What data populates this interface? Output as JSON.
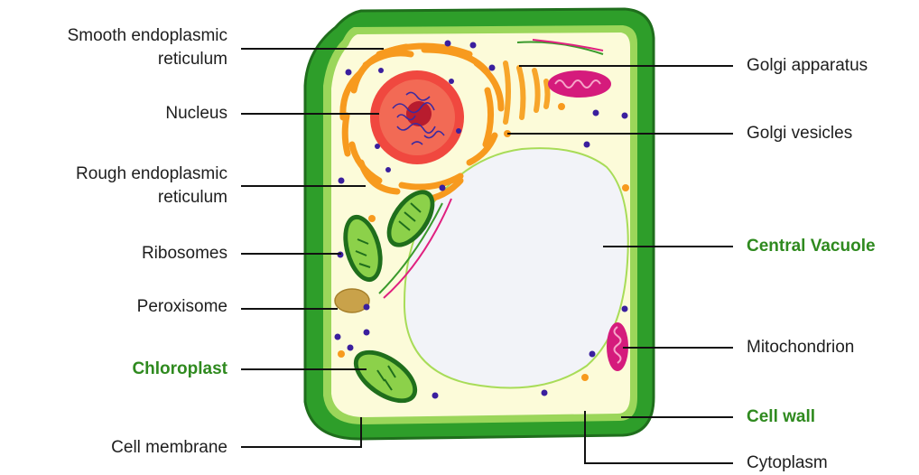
{
  "colors": {
    "cell_wall": "#2e9e2a",
    "cell_wall_outline": "#1f6e1c",
    "membrane": "#9bd65a",
    "cytoplasm": "#fcfbd9",
    "nucleus": "#f0483f",
    "nucleolus": "#b81c2e",
    "er": "#f79a1e",
    "vacuole": "#f2f3f8",
    "chloroplast": "#3a9a2c",
    "mitochondrion": "#d51b7c",
    "ribosome": "#3a1f9e",
    "peroxisome": "#c9a24a",
    "label_text": "#1e1e1e",
    "label_green": "#2f8a1f"
  },
  "labels": {
    "smooth_er": [
      "Smooth endoplasmic",
      "reticulum"
    ],
    "nucleus": "Nucleus",
    "rough_er": [
      "Rough endoplasmic",
      "reticulum"
    ],
    "ribosomes": "Ribosomes",
    "peroxisome": "Peroxisome",
    "chloroplast": "Chloroplast",
    "cell_membrane": "Cell membrane",
    "golgi_apparatus": "Golgi apparatus",
    "golgi_vesicles": "Golgi vesicles",
    "central_vacuole": "Central Vacuole",
    "mitochondrion": "Mitochondrion",
    "cell_wall": "Cell wall",
    "cytoplasm": "Cytoplasm"
  }
}
